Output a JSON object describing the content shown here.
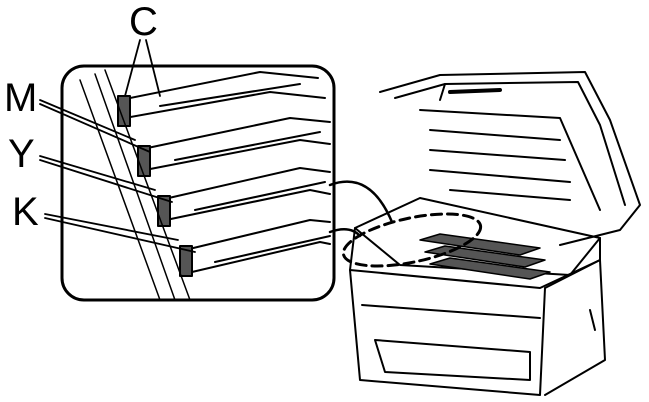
{
  "labels": {
    "cyan": "C",
    "magenta": "M",
    "yellow": "Y",
    "black": "K"
  },
  "colors": {
    "line": "#000000",
    "cartridge_fill": "#555555",
    "background": "#ffffff"
  }
}
